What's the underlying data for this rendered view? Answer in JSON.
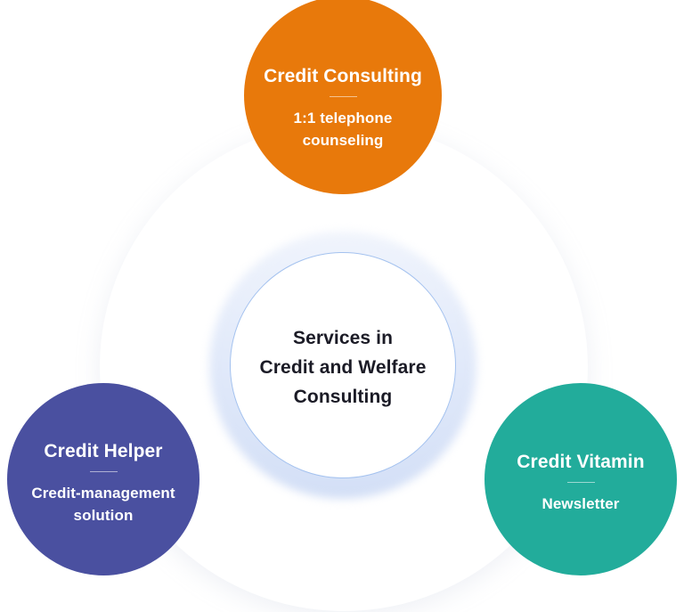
{
  "diagram": {
    "title_hint": "Services in Credit and Welfare Consulting",
    "colors": {
      "page_background": "#ffffff",
      "backdrop_circle": "#ffffff",
      "ring_top": "#f0f4fc",
      "ring_bottom": "#d3dff6",
      "ring_border": "#a4c2ef",
      "center_text": "#1b1b26",
      "node_text": "#ffffff",
      "divider": "rgba(255,255,255,0.55)"
    },
    "center": {
      "lines": [
        "Services in",
        "Credit and Welfare",
        "Consulting"
      ]
    },
    "nodes": [
      {
        "id": "credit-consulting",
        "position": "top",
        "color": "#e8790b",
        "title": "Credit Consulting",
        "subtitle_lines": [
          "1:1 telephone",
          "counseling"
        ]
      },
      {
        "id": "credit-helper",
        "position": "bottom-left",
        "color": "#4a50a0",
        "title": "Credit Helper",
        "subtitle_lines": [
          "Credit-management",
          "solution"
        ]
      },
      {
        "id": "credit-vitamin",
        "position": "bottom-right",
        "color": "#22ac9b",
        "title": "Credit Vitamin",
        "subtitle_lines": [
          "Newsletter"
        ]
      }
    ]
  }
}
